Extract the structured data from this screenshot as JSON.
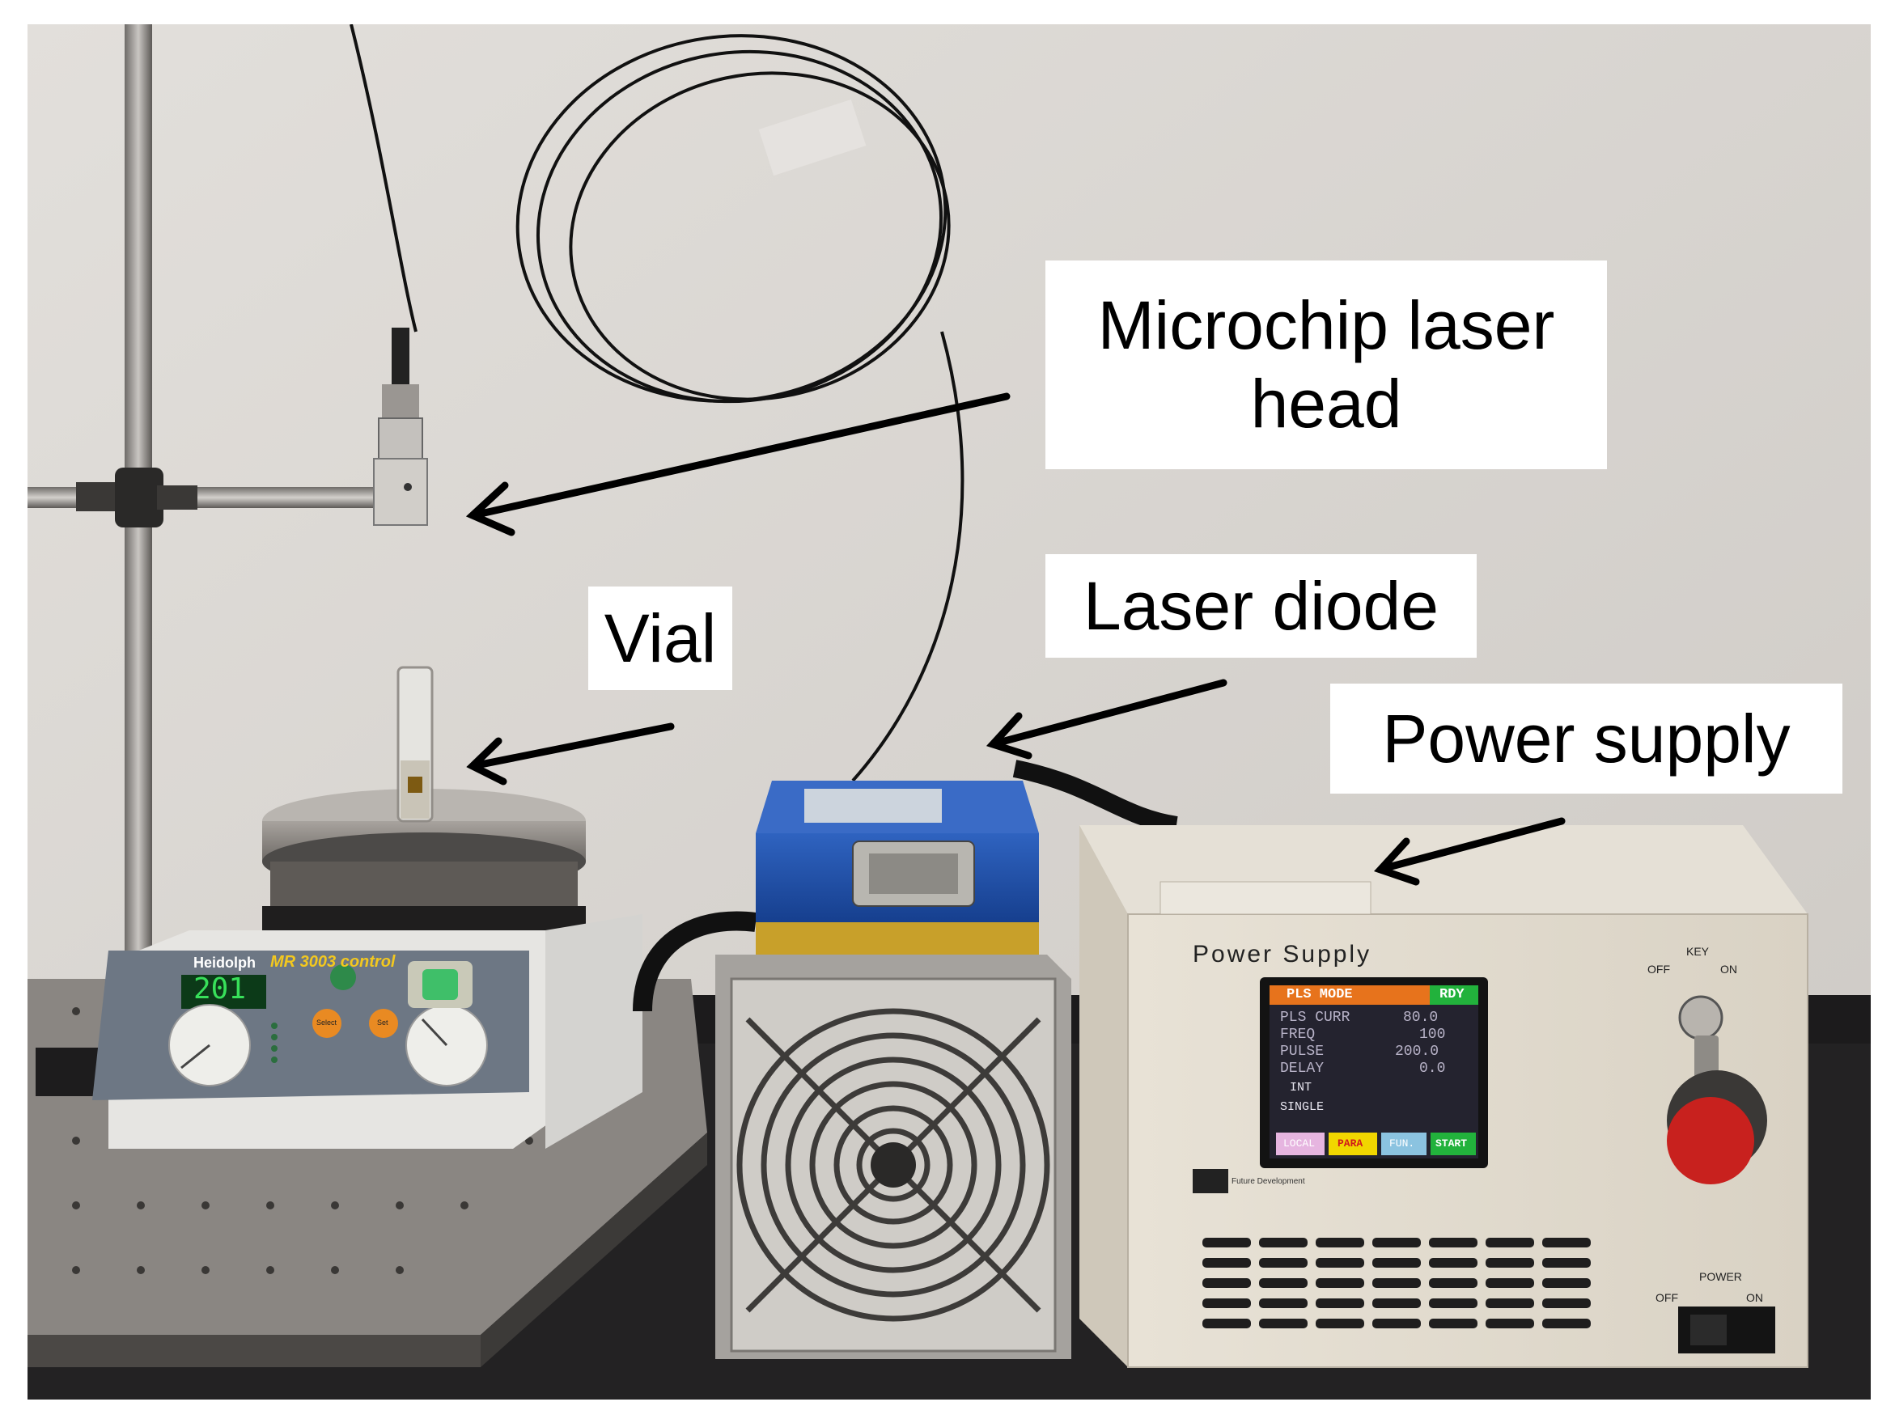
{
  "labels": {
    "microchip_line1": "Microchip laser",
    "microchip_line2": "head",
    "vial": "Vial",
    "laser_diode": "Laser diode",
    "power_supply": "Power supply"
  },
  "stirrer": {
    "brand": "Heidolph",
    "model": "MR 3003 control",
    "display": "201",
    "buttons": [
      "Select",
      "Set"
    ]
  },
  "power_unit": {
    "brand": "Power Supply",
    "key_label": "KEY",
    "off_label": "OFF",
    "on_label": "ON",
    "power_label": "POWER",
    "maker": "Future Development",
    "screen": {
      "mode": "PLS MODE",
      "status": "RDY",
      "rows": [
        {
          "name": "PLS CURR",
          "value": "80.0"
        },
        {
          "name": "FREQ",
          "value": "100"
        },
        {
          "name": "PULSE",
          "value": "200.0"
        },
        {
          "name": "DELAY",
          "value": "0.0"
        }
      ],
      "int_label": "INT",
      "single_label": "SINGLE",
      "buttons": [
        "LOCAL",
        "PARA",
        "FUN.",
        "START"
      ]
    }
  },
  "colors": {
    "wall": "#dcd8d3",
    "bench": "#1c1b1c",
    "diode_blue": "#1e4fa8",
    "estop_red": "#c8211e",
    "screen_green": "#22b23c"
  }
}
